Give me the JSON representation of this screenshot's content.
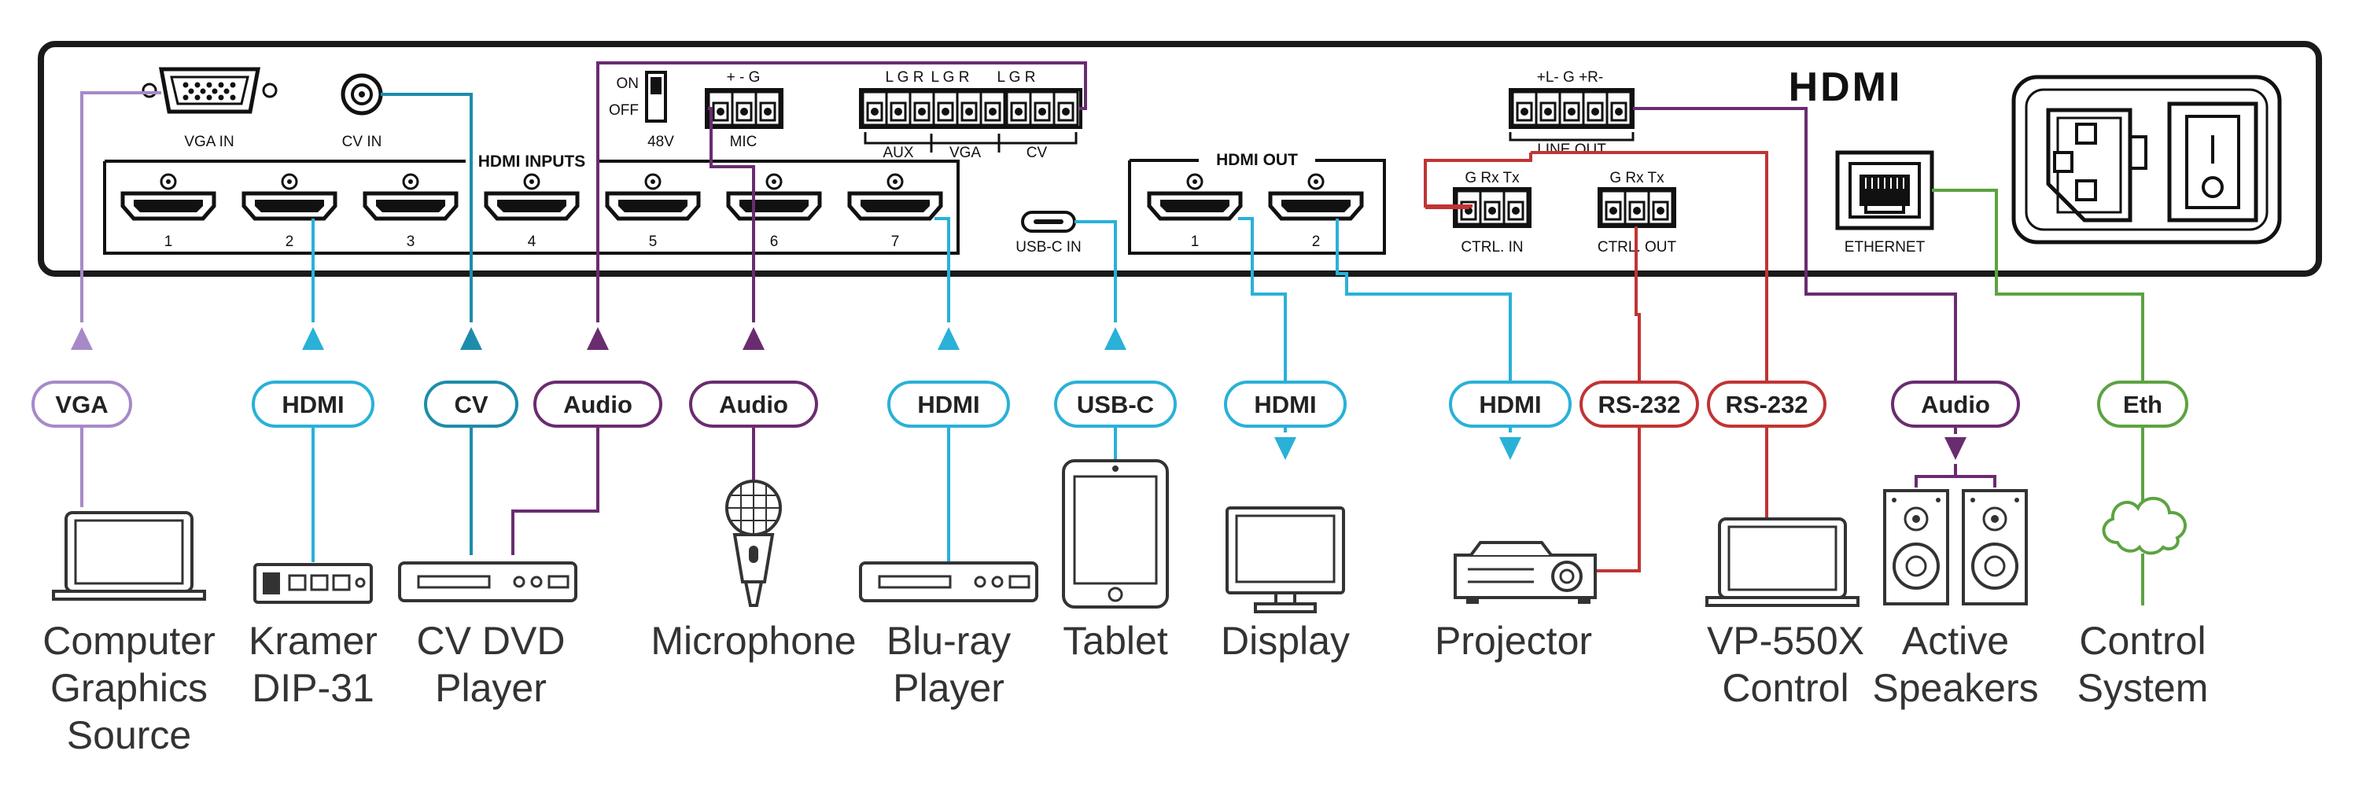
{
  "panel": {
    "hdmi_logo": "HDMI",
    "hdmi_inputs_label": "HDMI INPUTS",
    "hdmi_input_numbers": [
      "1",
      "2",
      "3",
      "4",
      "5",
      "6",
      "7"
    ],
    "hdmi_out_label": "HDMI OUT",
    "hdmi_out_numbers": [
      "1",
      "2"
    ],
    "vga_in": "VGA IN",
    "cv_in": "CV IN",
    "switch_on": "ON",
    "switch_off": "OFF",
    "v48": "48V",
    "mic_pins": "+  -  G",
    "mic": "MIC",
    "lgr": "L G R",
    "aux": "AUX",
    "vga": "VGA",
    "cv": "CV",
    "usbc_in": "USB-C IN",
    "line_out_pins": "+L-  G  +R-",
    "line_out": "LINE OUT",
    "grxtx": "G Rx Tx",
    "ctrl_in": "CTRL. IN",
    "ctrl_out": "CTRL. OUT",
    "ethernet": "ETHERNET"
  },
  "cables": {
    "vga": "VGA",
    "hdmi_1": "HDMI",
    "cv": "CV",
    "audio_1": "Audio",
    "audio_2": "Audio",
    "hdmi_2": "HDMI",
    "usbc": "USB-C",
    "hdmi_3": "HDMI",
    "hdmi_4": "HDMI",
    "rs232_1": "RS-232",
    "rs232_2": "RS-232",
    "audio_3": "Audio",
    "eth": "Eth"
  },
  "devices": {
    "computer": [
      "Computer",
      "Graphics",
      "Source"
    ],
    "kramer": [
      "Kramer",
      "DIP-31"
    ],
    "cv_dvd": [
      "CV DVD",
      "Player"
    ],
    "microphone": [
      "Microphone"
    ],
    "bluray": [
      "Blu-ray",
      "Player"
    ],
    "tablet": [
      "Tablet"
    ],
    "display": [
      "Display"
    ],
    "projector": [
      "Projector"
    ],
    "vp550x": [
      "VP-550X",
      "Control"
    ],
    "speakers": [
      "Active",
      "Speakers"
    ],
    "control": [
      "Control",
      "System"
    ]
  },
  "colors": {
    "hdmi": "#29b1d8",
    "cv": "#1d8cab",
    "vga": "#a68ac8",
    "audio": "#6a2c70",
    "rs232": "#c13434",
    "eth": "#5ca341",
    "panel": "#1a1a1a"
  }
}
